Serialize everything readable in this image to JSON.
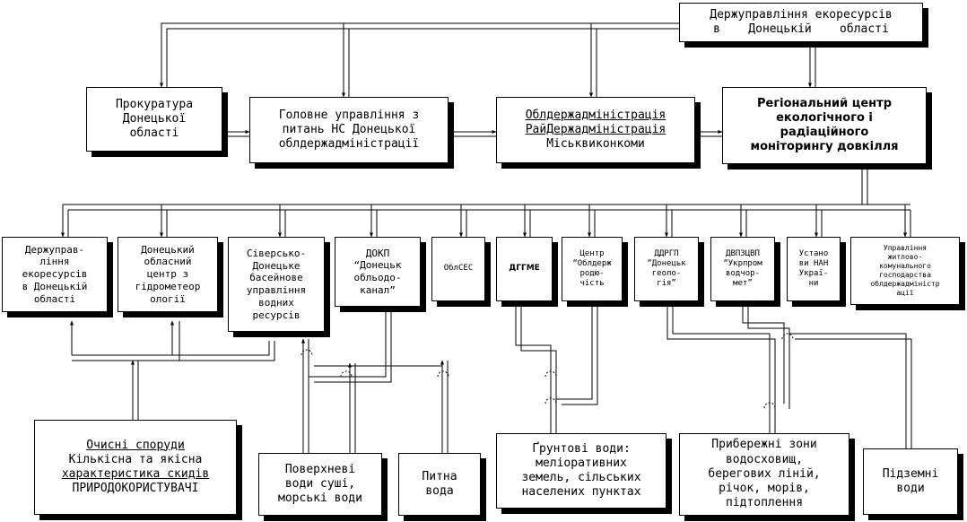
{
  "top": {
    "derzh_oblast": [
      "Держуправління екоресурсів",
      "в    Донецькій    області"
    ]
  },
  "row2": {
    "prokuratura": [
      "Прокуратура",
      "Донецької",
      "області"
    ],
    "hol_upr": [
      "Головне управління з",
      "питань НС Донецької",
      "облдержадміністрації"
    ],
    "obldad": [
      "Облдержадміністрація",
      "РайДержадміністрація",
      "Міськвиконкоми"
    ],
    "region_center": [
      "Регіональний центр",
      "екологічного і",
      "радіаційного",
      "моніторингу довкілля"
    ]
  },
  "row3": {
    "derzh_upr": [
      "Держуправ-",
      "ління",
      "екоресурсів",
      "в Донецькій",
      "області"
    ],
    "hydromet": [
      "Донецький",
      "обласний",
      "центр з",
      "гідрометеор",
      "ології"
    ],
    "basin": [
      "Сіверсько-",
      "Донецьке",
      "басейнове",
      "управління",
      "водних",
      "ресурсів"
    ],
    "dokp": [
      "ДОКП",
      "“Донецьк",
      "обльодо-",
      "канал”"
    ],
    "oblses": [
      "ОблСЕС"
    ],
    "dggme": [
      "ДГГМЕ"
    ],
    "center_fert": [
      "Центр",
      "“Облдерж",
      "родю-",
      "чість"
    ],
    "ddrgp": [
      "ДДРГП",
      "“Донецьк",
      "геоло-",
      "гія”"
    ],
    "dvpzcvp": [
      "ДВПЗЦВП",
      "“Укрпром",
      "водчор-",
      "мет”"
    ],
    "nan": [
      "Устано",
      "ви НАН",
      "Украї-",
      "ни"
    ],
    "zhkh": [
      "Управління",
      "житлово-",
      "комунального",
      "господарства",
      "облдержадміністр",
      "ації"
    ]
  },
  "row4": {
    "treatment": [
      "Очисні споруди",
      "Кількісна та якісна",
      "характеристика скидів",
      "ПРИРОДОКОРИСТУВАЧІ"
    ],
    "surface": [
      "Поверхневі",
      "води суші,",
      "морські води"
    ],
    "drinking": [
      "Питна",
      "вода"
    ],
    "ground": [
      "Ґрунтові води:",
      "меліоративних",
      "земель, сільських",
      "населених пунктах"
    ],
    "coastal": [
      "Прибережні зони",
      "водосховищ,",
      "берегових ліній,",
      "річок, морів,",
      "підтоплення"
    ],
    "underground": [
      "Підземні",
      "води"
    ]
  }
}
